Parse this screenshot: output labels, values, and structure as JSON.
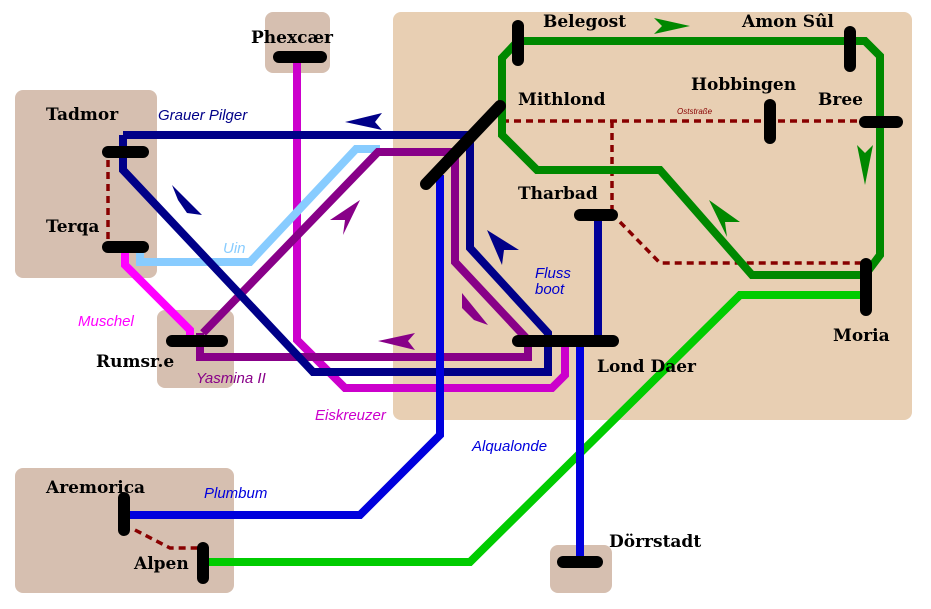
{
  "stations": {
    "phexcaer": "Phexcær",
    "tadmor": "Tadmor",
    "terqa": "Terqa",
    "rumsre": "Rumsr.e",
    "belegost": "Belegost",
    "amon_sul": "Amon Sûl",
    "mithlond": "Mithlond",
    "hobbingen": "Hobbingen",
    "bree": "Bree",
    "tharbad": "Tharbad",
    "moria": "Moria",
    "lond_daer": "Lond Daer",
    "aremorica": "Aremorica",
    "alpen": "Alpen",
    "dorrstadt": "Dörrstadt"
  },
  "lines": {
    "grauer_pilger": {
      "label": "Grauer Pilger",
      "color": "#000088"
    },
    "uin": {
      "label": "Uin",
      "color": "#88ccff"
    },
    "muschel": {
      "label": "Muschel",
      "color": "#ff00ff"
    },
    "yasmina": {
      "label": "Yasmina II",
      "color": "#880088"
    },
    "eiskreuzer": {
      "label": "Eiskreuzer",
      "color": "#cc00cc"
    },
    "flussboot_1": {
      "label": "Fluss",
      "color": "#0000cc"
    },
    "flussboot_2": {
      "label": "boot",
      "color": "#0000cc"
    },
    "alqualonde": {
      "label": "Alqualonde",
      "color": "#0000dd"
    },
    "plumbum": {
      "label": "Plumbum",
      "color": "#0000dd"
    },
    "oststrasse": {
      "label": "Oststraße",
      "color": "#880000"
    },
    "green_loop": {
      "color": "#008800"
    },
    "light_green": {
      "color": "#00cc00"
    }
  },
  "colors": {
    "main_region": "#e8cfb3",
    "small_region": "#d6bfb0",
    "station": "#000000"
  }
}
